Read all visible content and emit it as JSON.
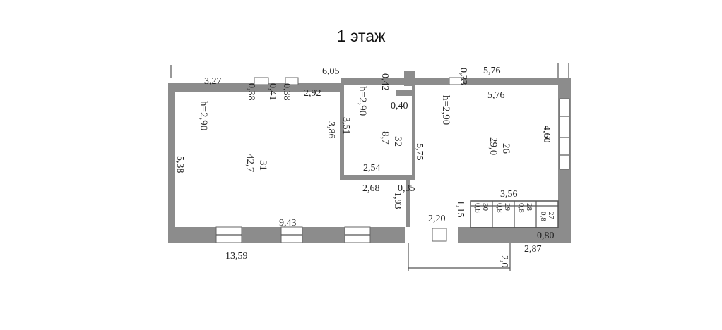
{
  "title": "1 этаж",
  "colors": {
    "wall": "#8c8c8c",
    "line": "#555555",
    "text": "#222222"
  },
  "dimensions": {
    "d_3_27": "3,27",
    "d_0_38a": "0,38",
    "d_0_38b": "0,38",
    "d_0_41": "0,41",
    "d_6_05": "6,05",
    "d_2_92": "2,92",
    "d_0_42": "0,42",
    "d_0_33": "0,33",
    "d_5_76a": "5,76",
    "d_5_76b": "5,76",
    "d_0_40": "0,40",
    "d_3_51": "3,51",
    "d_3_86": "3,86",
    "d_5_38": "5,38",
    "d_5_75": "5,75",
    "d_4_60": "4,60",
    "d_2_54": "2,54",
    "d_2_68": "2,68",
    "d_0_35": "0,35",
    "d_1_93": "1,93",
    "d_3_56": "3,56",
    "d_1_15": "1,15",
    "d_2_20": "2,20",
    "d_9_43": "9,43",
    "d_0_80": "0,80",
    "d_13_59": "13,59",
    "d_2_87": "2,87",
    "d_2_0": "2,0"
  },
  "heights": {
    "room31": "h=2,90",
    "room32": "h=2,90",
    "room26": "h=2,90"
  },
  "rooms": [
    {
      "number": "31",
      "area": "42,7"
    },
    {
      "number": "32",
      "area": "8,7"
    },
    {
      "number": "26",
      "area": "29,0"
    }
  ],
  "small_rooms": [
    {
      "number": "30",
      "area": "0,8"
    },
    {
      "number": "29",
      "area": "0,8"
    },
    {
      "number": "28",
      "area": "0,8"
    },
    {
      "number": "27",
      "area": "0,8"
    }
  ]
}
